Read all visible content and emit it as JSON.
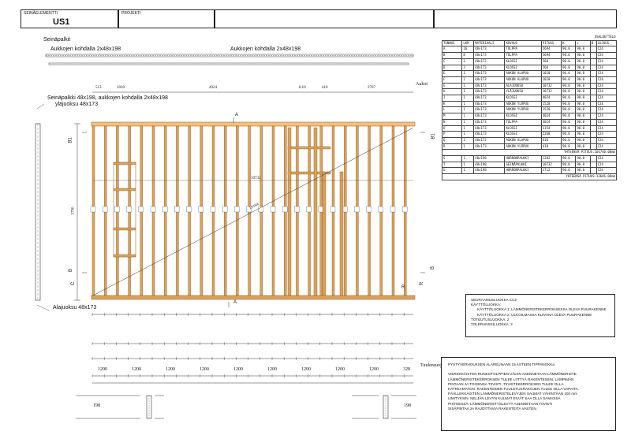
{
  "titleblock": {
    "element_label": "SEINÄELEMENTTI",
    "element_value": "US1",
    "project_label": "PROJEKTI"
  },
  "labels": {
    "seinapalkit": "Seinäpalkit",
    "aukkojen1": "Aukkojen kohdalla 2x48x198",
    "aukkojen2": "Aukkojen kohdalla 2x48x198",
    "aukot": "Aukot",
    "seinapalkki": "Seinäpalkki 48x198, aukkojen kohdalla 2x48x198",
    "ylajuoksu": "yläjuoksu 48x173",
    "alajuoksu": "Alajuoksu 48x173",
    "tuulen": "Tuulensuojalevytys",
    "height_dim": "5790",
    "diag": "13194",
    "width_dim": "10732"
  },
  "dims": {
    "aukot": [
      "513",
      "1010",
      "4924",
      "1110",
      "410",
      "2767"
    ],
    "top": [
      "1200",
      "1200",
      "1200",
      "1200",
      "1200",
      "1200",
      "1200",
      "1200",
      "1200",
      "328"
    ],
    "bottom_piece": "198"
  },
  "markers": {
    "a": "A",
    "b1": "B1",
    "b": "B",
    "c": "C",
    "r": "R"
  },
  "table": {
    "header_right": "OSALUETTELO",
    "columns": [
      "TUNNUS",
      "LKM",
      "MATERIAALI",
      "KUVAUS",
      "PITUUS",
      "K",
      "L",
      "B",
      "LUJUUS"
    ],
    "rows": [
      [
        "A",
        "16",
        "48x173",
        "TOLPPA",
        "5694",
        "90.0",
        "90.0",
        "C24"
      ],
      [
        "B",
        "8",
        "48x173",
        "TOLPPA",
        "5694",
        "90.0",
        "90.0",
        "C24"
      ],
      [
        "C",
        "1",
        "48x173",
        "KLOSSI",
        "560",
        "90.0",
        "90.0",
        "C24"
      ],
      [
        "D",
        "3",
        "48x173",
        "KLOSSI",
        "560",
        "90.0",
        "90.0",
        "C24"
      ],
      [
        "E",
        "1",
        "48x173",
        "AUKON ALAPUU",
        "1010",
        "90.0",
        "90.0",
        "C24"
      ],
      [
        "F",
        "1",
        "48x173",
        "AUKON ALAPUU",
        "1010",
        "90.0",
        "90.0",
        "C24"
      ],
      [
        "G",
        "1",
        "48x173",
        "ALAJUOKSU",
        "10732",
        "90.0",
        "90.0",
        "C24"
      ],
      [
        "H",
        "1",
        "48x173",
        "YLÄJUOKSU",
        "10732",
        "90.0",
        "90.0",
        "C24"
      ],
      [
        "J",
        "1",
        "48x173",
        "KLOSSI",
        "4024",
        "90.0",
        "90.0",
        "C24"
      ],
      [
        "K",
        "1",
        "48x173",
        "AUKON YLÄPUU",
        "1520",
        "90.0",
        "90.0",
        "C24"
      ],
      [
        "L",
        "1",
        "48x173",
        "AUKON YLÄPUU",
        "1520",
        "90.0",
        "90.0",
        "C24"
      ],
      [
        "M",
        "1",
        "48x173",
        "KLOSSI",
        "4024",
        "90.0",
        "90.0",
        "C24"
      ],
      [
        "N",
        "1",
        "48x173",
        "TOLPPA",
        "4024",
        "90.0",
        "90.0",
        "C24"
      ],
      [
        "O",
        "1",
        "48x173",
        "KLOSSI",
        "1154",
        "90.0",
        "90.0",
        "C24"
      ],
      [
        "P",
        "1",
        "48x173",
        "KLOSSI",
        "2268",
        "90.0",
        "90.0",
        "C24"
      ],
      [
        "Q",
        "1",
        "48x173",
        "AUKON ALAPUU",
        "410",
        "90.0",
        "90.0",
        "C24"
      ],
      [
        "R",
        "1",
        "48x173",
        "AUKON YLÄPUU",
        "410",
        "90.0",
        "90.0",
        "C24"
      ]
    ],
    "subtotal1": "YHTEENSÄ PITUUS:166740.00mm",
    "rows2": [
      [
        "S",
        "1",
        "48x198",
        "HORRONPALKKI",
        "1202",
        "90.0",
        "90.0",
        "C24"
      ],
      [
        "T",
        "1",
        "48x198",
        "SEINÄPALKKI",
        "10732",
        "90.0",
        "90.0",
        "C24"
      ],
      [
        "U",
        "1",
        "48x198",
        "HORRONPALKKI",
        "1712",
        "90.0",
        "90.0",
        "C24"
      ]
    ],
    "subtotal2": "YHTEENSÄ PITUUS:13646.00mm"
  },
  "notes_box": {
    "lines": [
      "SEURAAMUSLUOKKA CC2",
      "KÄYTTÖLUOKKA:",
      "KÄYTTÖLUOKKA 1: LÄMMÖNERISTEKERROKSESSA OLEVA PUURAKENNE",
      "KÄYTTÖLUOKKA 2: ULKOILMASSA KUIVANA OLEVA PUURAKENNE",
      "TOTEUTUSLUOKKA: 2",
      "TOLERANSSILUOKKA: 2"
    ]
  },
  "spec_box": {
    "lines": [
      "PYSTYVERHOUKSEN ALAREUNAAN 15 ASTEEN TIPPANOKKa",
      "",
      "VIEREKKÄISTEN RUNKOTOLPPIEN VÄLIIN ASENNETAAN LÄMMÖNERISTE.",
      "LÄMMÖNERISTEKERROKSEN TULEE LIITTYÄ RAKENTEISIIN, LÄMPIMÄN",
      "PINTAAN JA TOISIINSA TIIVISTI. TIIVISTEKERROKSEN TULEE OLLA",
      "KATKEAMATON. RAKENTEIDEN TUULETUSRAKOJEN TULEE OLLA VAPAITA.",
      "PÄÄLLEKKÄISTEN LÄMMÖNERISTELEVYJEN SAUMAT VÄHINTÄÄN 100 mm",
      "LIMITYKSIN. NELJÄN LEVYN KULMAT EIVÄT SAA OLLA SAMASSA",
      "PISTEESSÄ. LÄMMÖNERISTYSLEVYT ASENNETAAN TIIVISTI",
      "SISÄPINTAA JA RAJOITTAVIA RAKENTEITA VASTEN."
    ]
  },
  "colors": {
    "wood": "#d9a25c",
    "wood_dark": "#8a5a22",
    "top_plate": "#f2c27e"
  }
}
